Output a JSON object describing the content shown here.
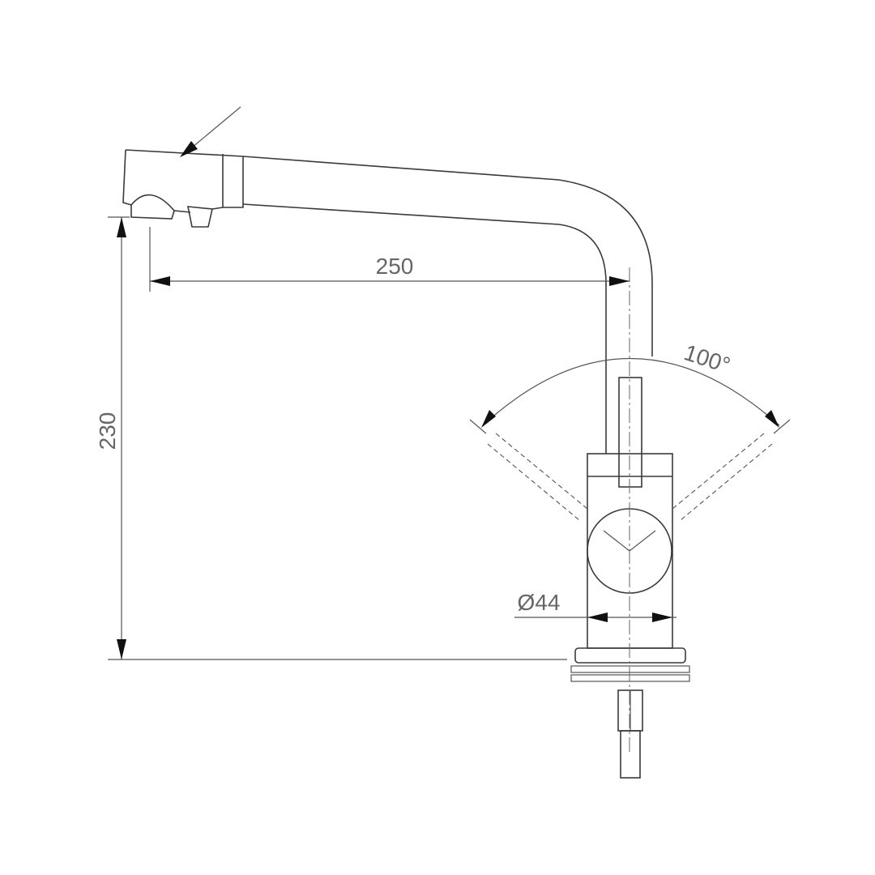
{
  "drawing": {
    "subject": "faucet technical drawing",
    "dimensions": {
      "spout_reach": "250",
      "height": "230",
      "base_diameter": "Ø44",
      "lever_angle": "100°"
    }
  }
}
